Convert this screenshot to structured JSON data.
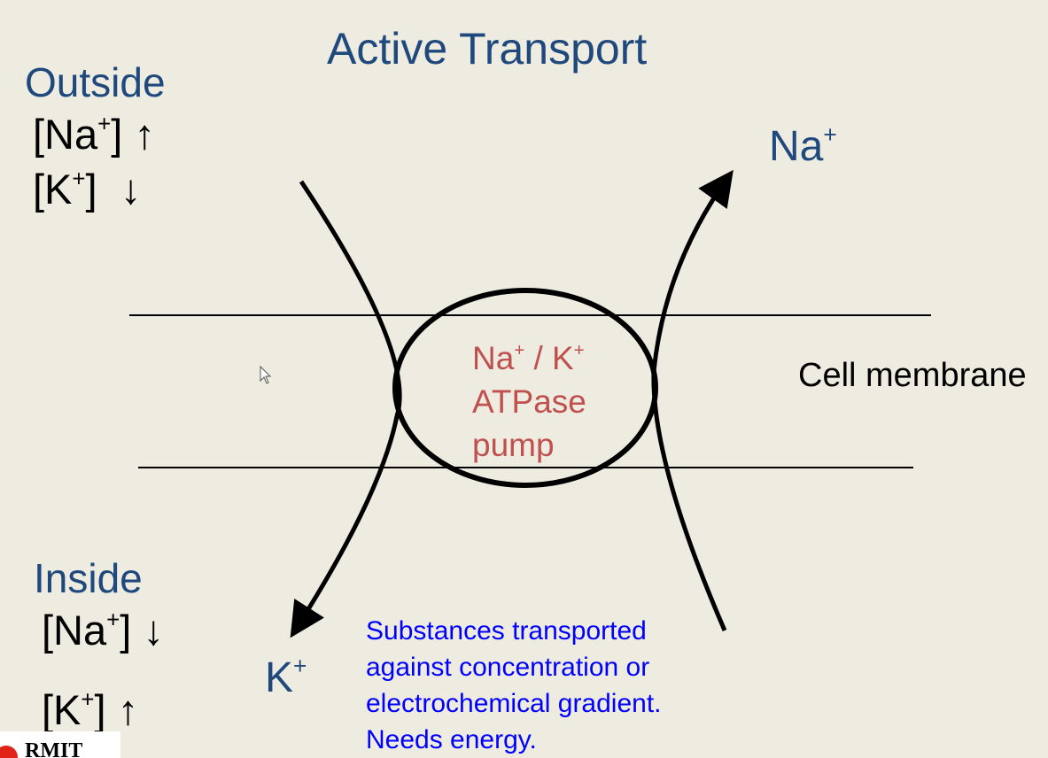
{
  "title": "Active Transport",
  "outside": {
    "label": "Outside",
    "na": {
      "base": "[Na",
      "sup": "+",
      "close": "]",
      "arrow": "↑"
    },
    "k": {
      "base": "[K",
      "sup": "+",
      "close": "]",
      "arrow": "↓"
    }
  },
  "inside": {
    "label": "Inside",
    "na": {
      "base": "[Na",
      "sup": "+",
      "close": "]",
      "arrow": "↓"
    },
    "k": {
      "base": "[K",
      "sup": "+",
      "close": "]",
      "arrow": "↑"
    }
  },
  "ions": {
    "na": {
      "base": "Na",
      "sup": "+"
    },
    "k": {
      "base": "K",
      "sup": "+"
    }
  },
  "pump": {
    "na": "Na",
    "na_sup": "+",
    "sep": " / K",
    "k_sup": "+",
    "line2": "ATPase",
    "line3": "pump"
  },
  "membrane_label": "Cell membrane",
  "description": [
    "Substances transported",
    "against concentration or",
    "electrochemical gradient.",
    "Needs energy."
  ],
  "logo": {
    "text": "RMIT",
    "color": "#E2231A"
  },
  "colors": {
    "background": "#EEECE1",
    "heading": "#1F497D",
    "pump_text": "#C0504D",
    "description": "#0000FF"
  }
}
